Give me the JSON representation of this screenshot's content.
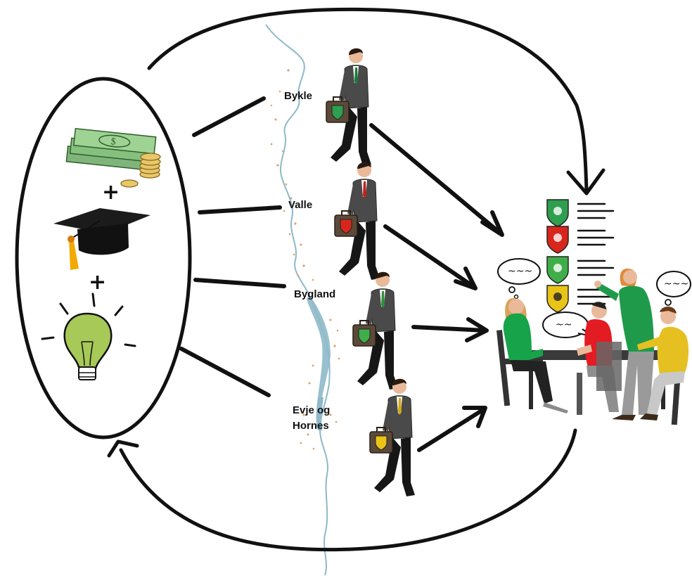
{
  "diagram": {
    "left_group": {
      "items": [
        "money-icon",
        "graduation-cap-icon",
        "lightbulb-icon"
      ],
      "plus_signs": [
        "+",
        "+"
      ]
    },
    "municipalities": [
      {
        "name": "Bykle",
        "color": "#2e9e4f",
        "tie": "#1d7a3a"
      },
      {
        "name": "Valle",
        "color": "#d9261c",
        "tie": "#c21f17"
      },
      {
        "name": "Bygland",
        "color": "#3fae49",
        "tie": "#2f8d3a"
      },
      {
        "name": "Evje og Hornes",
        "color": "#e9c417",
        "tie": "#d6a90f"
      }
    ],
    "meeting": {
      "speech_bubbles": [
        "~~~",
        "~~",
        "~~~"
      ],
      "shields": [
        "#2e9e4f",
        "#d9261c",
        "#3fae49",
        "#e9c417"
      ]
    },
    "colors": {
      "river": "#8db9c9",
      "river_dots": "#e0a06a",
      "suit": "#4a4a4a",
      "bulb": "#a7c957",
      "money": "#8cc084"
    }
  }
}
